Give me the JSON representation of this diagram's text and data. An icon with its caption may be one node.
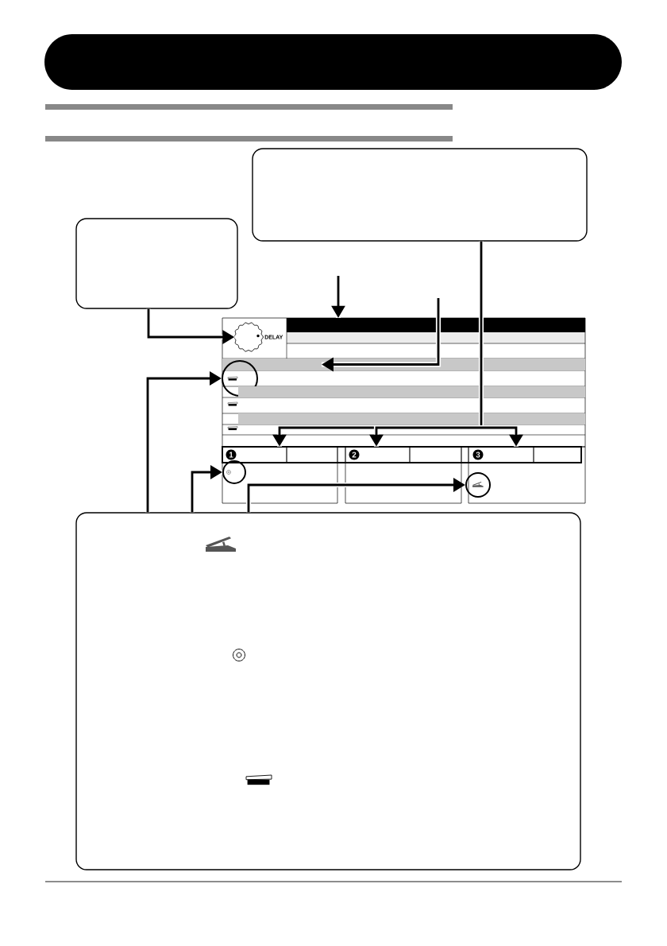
{
  "diagram": {
    "nodes": [
      {
        "text": [],
        "shape": "bar"
      },
      {
        "text": [],
        "shape": "box"
      },
      {
        "text": [],
        "shape": "box"
      },
      {
        "text": [],
        "shape": "circle",
        "beside": [
          "DELAY"
        ]
      },
      {
        "text": [],
        "shape": "bar"
      },
      {
        "text": [],
        "shape": "bar"
      },
      {
        "text": [],
        "shape": "bar"
      },
      {
        "text": [],
        "shape": "bar"
      },
      {
        "text": [],
        "shape": "bar"
      },
      {
        "text": [],
        "shape": "circle"
      },
      {
        "text": [],
        "shape": "bar"
      },
      {
        "text": [],
        "shape": "bar"
      },
      {
        "text": [],
        "shape": "bar"
      },
      {
        "text": [],
        "shape": "bar"
      },
      {
        "text": [
          "1"
        ]
      },
      {
        "text": [
          "2"
        ]
      },
      {
        "text": [
          "3"
        ]
      },
      {
        "text": [],
        "shape": "circle"
      },
      {
        "text": [],
        "shape": "circle"
      },
      {
        "text": [],
        "shape": "box"
      }
    ],
    "edges": [
      {
        "from": 1,
        "to": 14,
        "arrow": "to"
      },
      {
        "from": 1,
        "to": 15,
        "arrow": "to"
      },
      {
        "from": 1,
        "to": 16,
        "arrow": "to"
      },
      {
        "from": 2,
        "to": 3,
        "arrow": "to"
      },
      {
        "from": null,
        "to": 4,
        "arrow": "to"
      },
      {
        "from": null,
        "to": 7,
        "arrow": "to"
      },
      {
        "from": 19,
        "to": 9,
        "arrow": "to"
      },
      {
        "from": 19,
        "to": 17,
        "arrow": "to"
      },
      {
        "from": 19,
        "to": 18,
        "arrow": "to"
      }
    ]
  }
}
